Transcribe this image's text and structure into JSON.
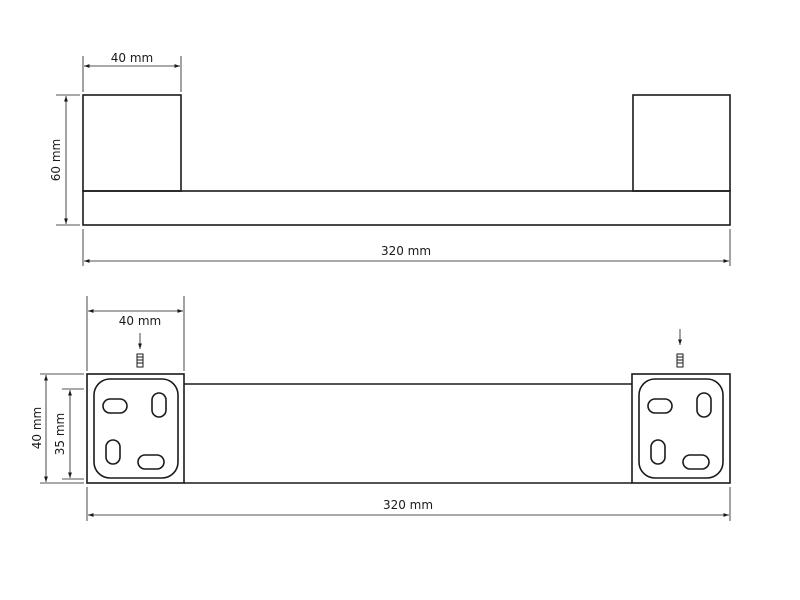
{
  "diagram": {
    "top_view": {
      "width_label": "40 mm",
      "height_label": "60 mm",
      "length_label": "320 mm"
    },
    "bottom_view": {
      "width_label": "40 mm",
      "outer_height_label": "40 mm",
      "inner_height_label": "35 mm",
      "length_label": "320 mm"
    }
  }
}
